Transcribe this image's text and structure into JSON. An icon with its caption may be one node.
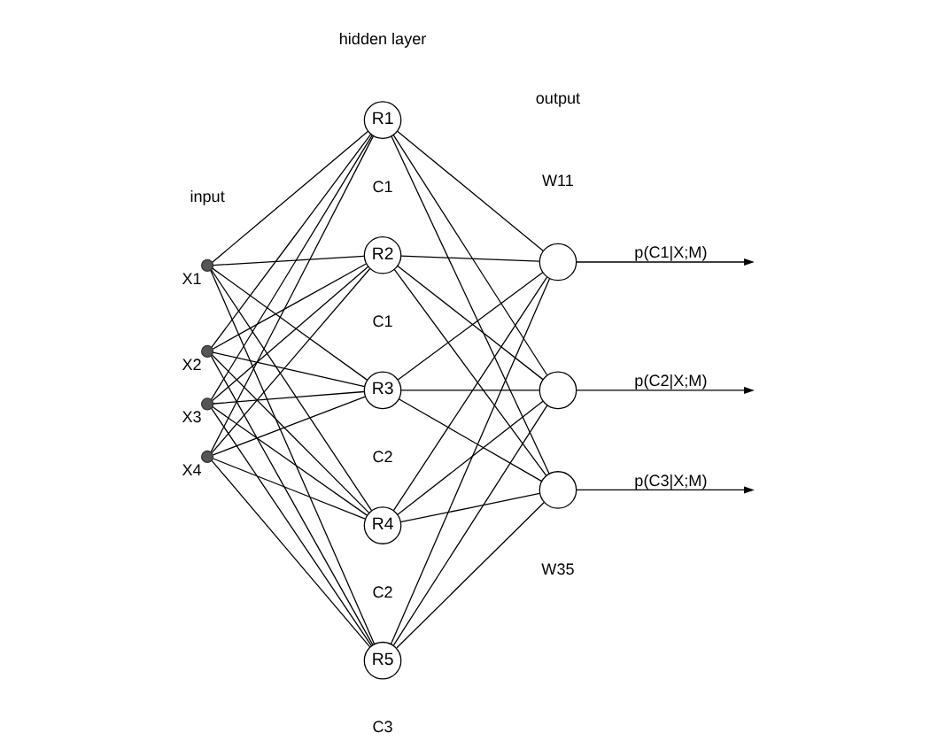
{
  "diagram": {
    "nodes": [
      {
        "text": [],
        "shape": "dot",
        "beside": [
          "X1"
        ]
      },
      {
        "text": [],
        "shape": "dot",
        "beside": [
          "X2"
        ]
      },
      {
        "text": [],
        "shape": "dot",
        "beside": [
          "X3"
        ]
      },
      {
        "text": [],
        "shape": "dot",
        "beside": [
          "X4"
        ]
      },
      {
        "text": [
          "R1"
        ],
        "beside": [
          "C1"
        ]
      },
      {
        "text": [
          "R2"
        ],
        "beside": [
          "C1"
        ]
      },
      {
        "text": [
          "R3"
        ],
        "beside": [
          "C2"
        ]
      },
      {
        "text": [
          "R4"
        ],
        "beside": [
          "C2"
        ]
      },
      {
        "text": [
          "R5"
        ],
        "beside": [
          "C3"
        ]
      },
      {
        "text": [],
        "shape": "circle"
      },
      {
        "text": [],
        "shape": "circle"
      },
      {
        "text": [],
        "shape": "circle"
      }
    ],
    "edges": [
      {
        "from": 0,
        "to": 4,
        "arrow": "none"
      },
      {
        "from": 0,
        "to": 5,
        "arrow": "none"
      },
      {
        "from": 0,
        "to": 6,
        "arrow": "none"
      },
      {
        "from": 0,
        "to": 7,
        "arrow": "none"
      },
      {
        "from": 0,
        "to": 8,
        "arrow": "none"
      },
      {
        "from": 1,
        "to": 4,
        "arrow": "none"
      },
      {
        "from": 1,
        "to": 5,
        "arrow": "none"
      },
      {
        "from": 1,
        "to": 6,
        "arrow": "none"
      },
      {
        "from": 1,
        "to": 7,
        "arrow": "none"
      },
      {
        "from": 1,
        "to": 8,
        "arrow": "none"
      },
      {
        "from": 2,
        "to": 4,
        "arrow": "none"
      },
      {
        "from": 2,
        "to": 5,
        "arrow": "none"
      },
      {
        "from": 2,
        "to": 6,
        "arrow": "none"
      },
      {
        "from": 2,
        "to": 7,
        "arrow": "none"
      },
      {
        "from": 2,
        "to": 8,
        "arrow": "none"
      },
      {
        "from": 3,
        "to": 4,
        "arrow": "none"
      },
      {
        "from": 3,
        "to": 5,
        "arrow": "none"
      },
      {
        "from": 3,
        "to": 6,
        "arrow": "none"
      },
      {
        "from": 3,
        "to": 7,
        "arrow": "none"
      },
      {
        "from": 3,
        "to": 8,
        "arrow": "none"
      },
      {
        "from": 4,
        "to": 9,
        "arrow": "none"
      },
      {
        "from": 4,
        "to": 10,
        "arrow": "none"
      },
      {
        "from": 4,
        "to": 11,
        "arrow": "none"
      },
      {
        "from": 5,
        "to": 9,
        "arrow": "none"
      },
      {
        "from": 5,
        "to": 10,
        "arrow": "none"
      },
      {
        "from": 5,
        "to": 11,
        "arrow": "none"
      },
      {
        "from": 6,
        "to": 9,
        "arrow": "none"
      },
      {
        "from": 6,
        "to": 10,
        "arrow": "none"
      },
      {
        "from": 6,
        "to": 11,
        "arrow": "none"
      },
      {
        "from": 7,
        "to": 9,
        "arrow": "none"
      },
      {
        "from": 7,
        "to": 10,
        "arrow": "none"
      },
      {
        "from": 7,
        "to": 11,
        "arrow": "none"
      },
      {
        "from": 8,
        "to": 9,
        "arrow": "none"
      },
      {
        "from": 8,
        "to": 10,
        "arrow": "none"
      },
      {
        "from": 8,
        "to": 11,
        "arrow": "none"
      },
      {
        "from": 9,
        "to": null,
        "arrow": "to",
        "label": "p(C1|X;M)"
      },
      {
        "from": 10,
        "to": null,
        "arrow": "to",
        "label": "p(C2|X;M)"
      },
      {
        "from": 11,
        "to": null,
        "arrow": "to",
        "label": "p(C3|X;M)"
      }
    ],
    "labels": [
      "input",
      "hidden layer",
      "output",
      "W11",
      "W35"
    ]
  }
}
